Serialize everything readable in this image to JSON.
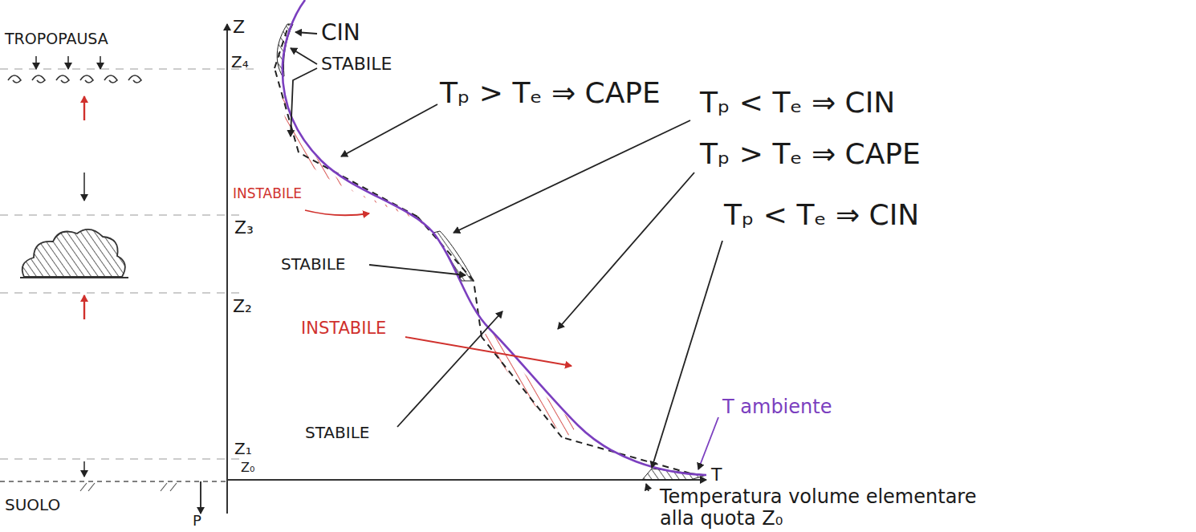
{
  "diagram": {
    "labels": [
      "CIN",
      "Z",
      "TROPOPAUSA",
      "STABILE",
      "Z₄",
      "Tₚ > Tₑ ⇒ CAPE",
      "Tₚ < Tₑ ⇒ CIN",
      "Tₚ > Tₑ ⇒ CAPE",
      "INSTABILE",
      "Z₃",
      "Tₚ < Tₑ ⇒ CIN",
      "STABILE",
      "Z₂",
      "INSTABILE",
      "T ambiente",
      "Z₁",
      "STABILE",
      "Z₀",
      "T",
      "SUOLO",
      "P",
      "Temperatura volume elementare alla quota Z₀"
    ]
  }
}
